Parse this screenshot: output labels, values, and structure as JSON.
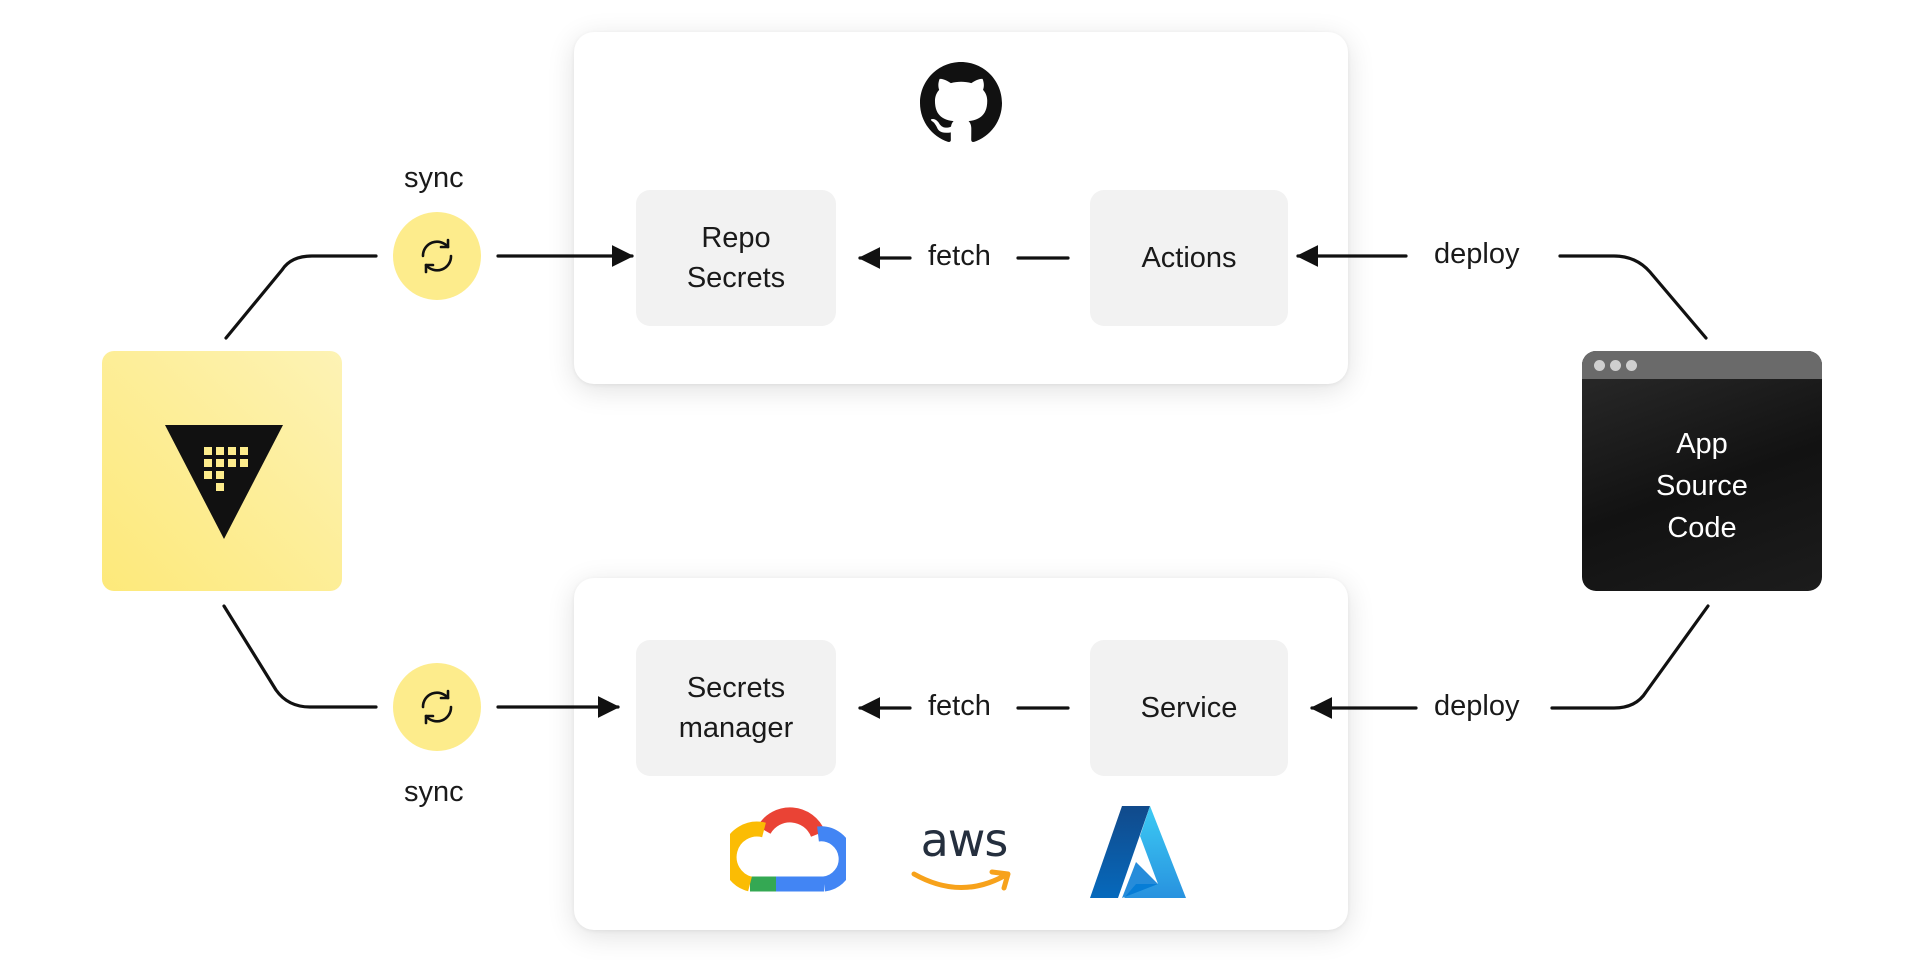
{
  "diagram": {
    "sync_top_label": "sync",
    "sync_bottom_label": "sync",
    "github": {
      "repo_secrets": "Repo\nSecrets",
      "fetch_label": "fetch",
      "actions": "Actions",
      "deploy_label": "deploy"
    },
    "cloud": {
      "secrets_manager": "Secrets\nmanager",
      "fetch_label": "fetch",
      "service": "Service",
      "deploy_label": "deploy",
      "aws_text": "aws"
    },
    "app": {
      "label": "App\nSource\nCode"
    }
  },
  "icons": {
    "vault": "vault-logo-icon",
    "github": "github-logo-icon",
    "sync": "sync-icon",
    "gcp": "google-cloud-logo-icon",
    "aws": "aws-logo-icon",
    "azure": "azure-logo-icon"
  },
  "colors": {
    "vault_yellow": "#fdec8c",
    "app_dark": "#151515",
    "box_grey": "#f2f2f2",
    "arrow": "#111111",
    "aws_orange": "#f7a21b",
    "azure_blue": "#0078d4"
  }
}
